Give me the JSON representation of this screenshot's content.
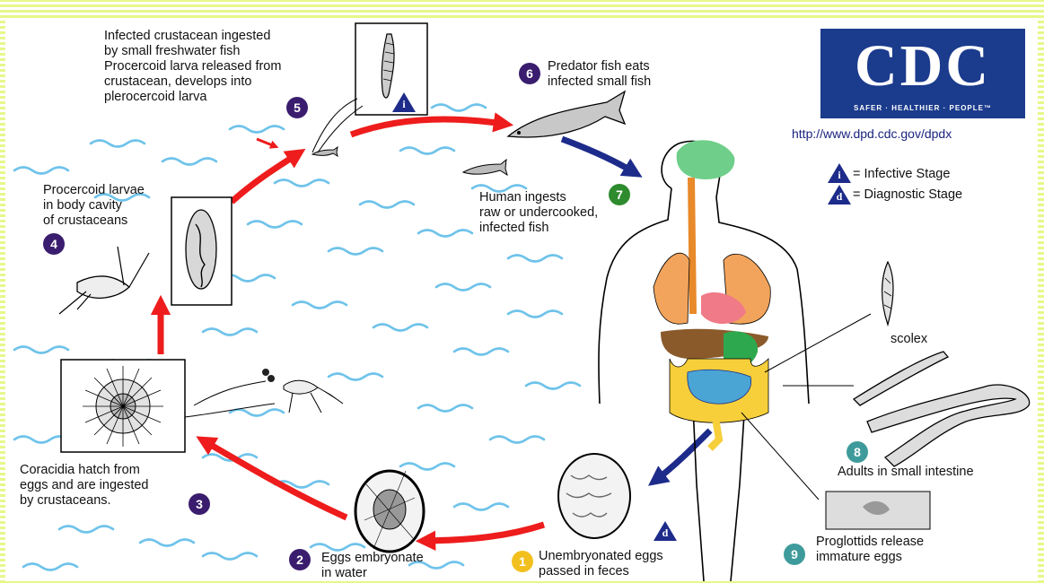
{
  "logo": {
    "letters": "CDC",
    "tagline": "SAFER · HEALTHIER · PEOPLE™"
  },
  "url": "http://www.dpd.cdc.gov/dpdx",
  "legend": {
    "infective_symbol": "i",
    "infective_label": "= Infective Stage",
    "diagnostic_symbol": "d",
    "diagnostic_label": "= Diagnostic Stage"
  },
  "stages": {
    "s1": {
      "number": "1",
      "text": "Unembryonated eggs\npassed in feces"
    },
    "s2": {
      "number": "2",
      "text": "Eggs embryonate\nin water"
    },
    "s3": {
      "number": "3",
      "text": "Coracidia hatch from\neggs and are ingested\nby crustaceans."
    },
    "s4": {
      "number": "4",
      "text": "Procercoid larvae\nin body cavity\nof crustaceans"
    },
    "s5": {
      "number": "5",
      "text": "Infected crustacean ingested\nby small freshwater fish\nProcercoid larva released from\ncrustacean, develops into\nplerocercoid larva"
    },
    "s6": {
      "number": "6",
      "text": "Predator fish eats\ninfected small fish"
    },
    "s7": {
      "number": "7",
      "text": "Human ingests\nraw or undercooked,\ninfected fish"
    },
    "s8": {
      "number": "8",
      "text": "Adults in small intestine"
    },
    "s9": {
      "number": "9",
      "text": "Proglottids release\nimmature eggs"
    }
  },
  "scolex_label": "scolex",
  "colors": {
    "badge_purple": "#3a1d6e",
    "badge_green": "#2e8b2e",
    "badge_yellow": "#f2c01e",
    "badge_teal": "#3f9b9b",
    "arrow_red": "#ee1c1c",
    "arrow_blue": "#1d2b8a",
    "water_blue": "#6fc3ea",
    "brain": "#6fcf8a",
    "esophagus": "#e8892a",
    "lungs": "#f3a45c",
    "heart": "#f07a88",
    "liver": "#8b5a2b",
    "stomach": "#2ea84e",
    "small_intestine": "#4aa5d5",
    "large_intestine": "#f6cf3a",
    "cdc_blue": "#1b3b8c"
  },
  "icons": [
    "infective-stage-icon",
    "diagnostic-stage-icon",
    "arrow-icon",
    "fish-icon",
    "crustacean-icon",
    "egg-icon"
  ]
}
